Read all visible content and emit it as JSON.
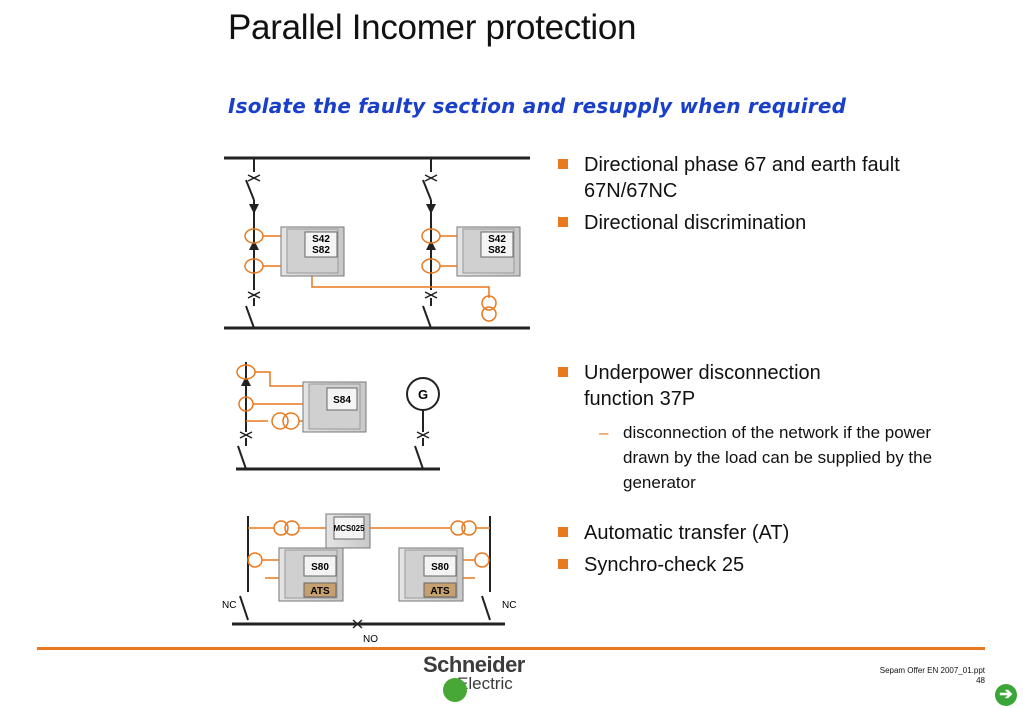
{
  "slide": {
    "title": "Parallel Incomer protection",
    "subtitle": "Isolate the faulty section and resupply when required"
  },
  "section1": {
    "bullets": [
      "Directional phase 67 and earth fault 67N/67NC",
      "Directional discrimination"
    ]
  },
  "section2": {
    "bullets": [
      "Underpower disconnection function 37P"
    ],
    "sub_bullets": [
      "disconnection of the network if the power drawn by the load can be supplied by the generator"
    ]
  },
  "section3": {
    "bullets": [
      "Automatic transfer (AT)",
      "Synchro-check 25"
    ]
  },
  "diagram1": {
    "relay_left": [
      "S42",
      "S82"
    ],
    "relay_right": [
      "S42",
      "S82"
    ]
  },
  "diagram2": {
    "relay": "S84",
    "generator": "G"
  },
  "diagram3": {
    "module": "MCS025",
    "relay_left": [
      "S80",
      "ATS"
    ],
    "relay_right": [
      "S80",
      "ATS"
    ],
    "label_nc_left": "NC",
    "label_nc_right": "NC",
    "label_no": "NO"
  },
  "footer": {
    "brand_line1": "Schneider",
    "brand_line2": "Electric",
    "file": "Sepam Offer EN 2007_01.ppt",
    "page": "48",
    "next_glyph": "➔"
  },
  "colors": {
    "accent": "#e8791f",
    "subtitle": "#1a3fc9",
    "brand_green": "#3aa637"
  }
}
